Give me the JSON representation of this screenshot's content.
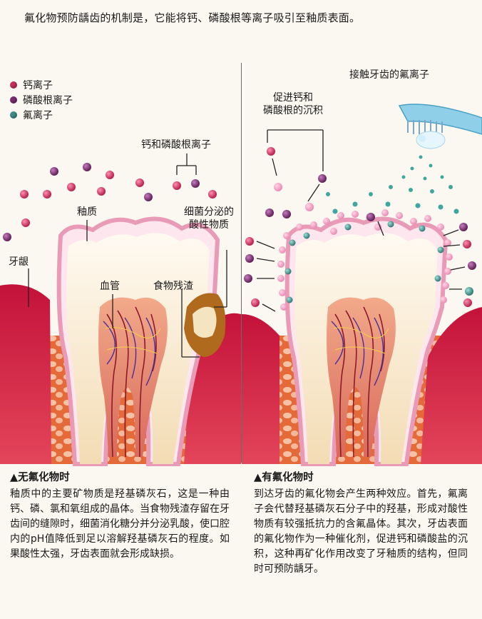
{
  "title": "氟化物预防龋齿的机制是，它能将钙、磷酸根等离子吸引至釉质表面。",
  "legend": [
    {
      "label": "钙离子",
      "color": "#c2305a"
    },
    {
      "label": "磷酸根离子",
      "color": "#7a2a6e"
    },
    {
      "label": "氟离子",
      "color": "#3f8c8a"
    }
  ],
  "labels": {
    "enamel": "釉质",
    "gum": "牙龈",
    "blood_vessel": "血管",
    "food_debris": "食物残渣",
    "acid_line1": "细菌分泌的",
    "acid_line2": "酸性物质",
    "ions_pair": "钙和磷酸根离子",
    "promote_line1": "促进钙和",
    "promote_line2": "磷酸根的沉积",
    "fluoride_contact": "接触牙齿的氟离子"
  },
  "left_panel": {
    "heading": "▲无氟化物时",
    "body": "釉质中的主要矿物质是羟基磷灰石，这是一种由钙、磷、氯和氧组成的晶体。当食物残渣存留在牙齿间的缝隙时，细菌消化糖分并分泌乳酸，使口腔内的pH值降低到足以溶解羟基磷灰石的程度。如果酸性太强，牙齿表面就会形成缺损。"
  },
  "right_panel": {
    "heading": "▲有氟化物时",
    "body": "到达牙齿的氟化物会产生两种效应。首先，氟离子会代替羟基磷灰石分子中的羟基，形成对酸性物质有较强抵抗力的含氟晶体。其次，牙齿表面的氟化物作为一种催化剂，促进钙和磷酸盐的沉积，这种再矿化作用改变了牙釉质的结构，但同时可预防龋牙。"
  }
}
